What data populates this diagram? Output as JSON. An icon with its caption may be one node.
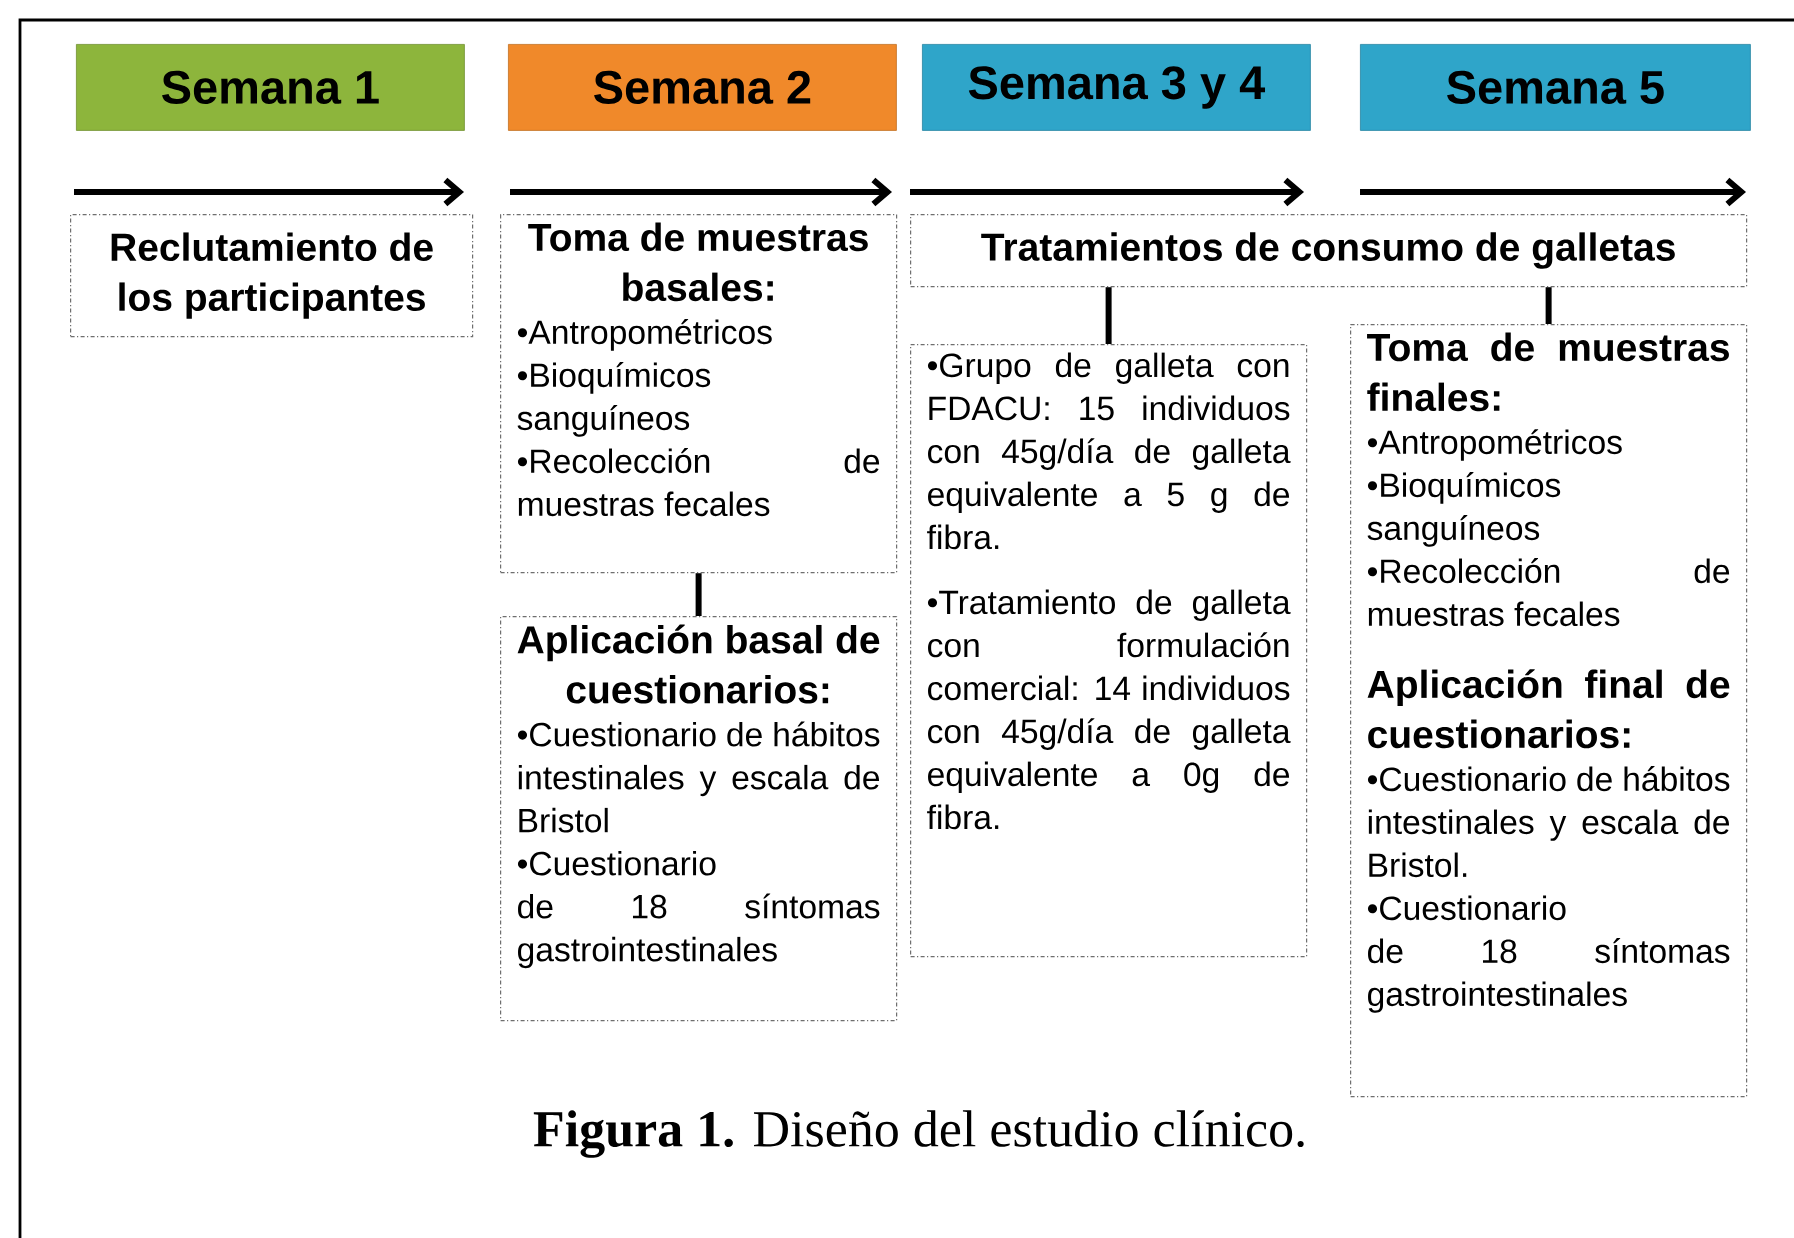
{
  "diagram": {
    "caption": "**Figura 1.** Diseño del estudio clínico.",
    "nodes": [
      {
        "text": [
          "Semana 1"
        ]
      },
      {
        "text": [
          "Semana 2"
        ]
      },
      {
        "text": [
          "Semana 3 y 4"
        ]
      },
      {
        "text": [
          "Semana 5"
        ]
      },
      {
        "text": [
          "Reclutamiento de los participantes"
        ]
      },
      {
        "text": [
          "Toma de muestras basales:",
          "•Antropométricos",
          "•Bioquímicos sanguíneos",
          "•Recolección de muestras fecales"
        ]
      },
      {
        "text": [
          "Aplicación basal de cuestionarios:",
          "•Cuestionario de hábitos intestinales y escala de Bristol",
          "•Cuestionario de 18 síntomas gastrointestinales"
        ]
      },
      {
        "text": [
          "Tratamientos de consumo de galletas"
        ]
      },
      {
        "text": [
          "•Grupo de galleta con FDACU: 15 individuos con 45g/día de galleta equivalente a 5 g de fibra.",
          "•Tratamiento de galleta con formulación comercial: 14 individuos con 45g/día de galleta equivalente a 0g de fibra."
        ]
      },
      {
        "text": [
          "Toma de muestras finales:",
          "•Antropométricos",
          "•Bioquímicos sanguíneos",
          "•Recolección de muestras fecales",
          "Aplicación final de cuestionarios:",
          "•Cuestionario de hábitos intestinales y escala de Bristol.",
          "•Cuestionario de 18 síntomas gastrointestinales"
        ]
      }
    ],
    "edges": [
      {
        "from": 5,
        "to": 6,
        "arrow": "none"
      },
      {
        "from": 7,
        "to": 8,
        "arrow": "none"
      },
      {
        "from": 7,
        "to": 9,
        "arrow": "none"
      }
    ]
  }
}
